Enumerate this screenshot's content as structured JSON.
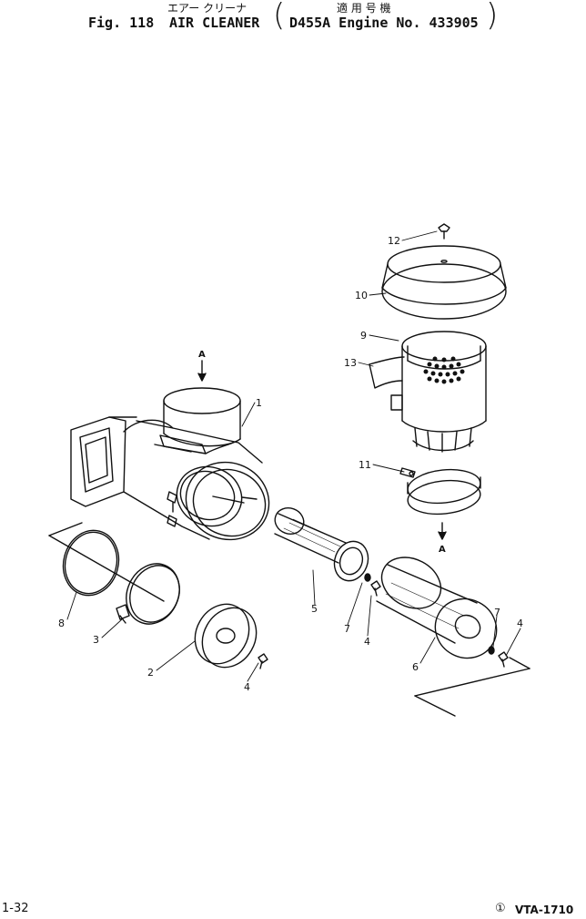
{
  "header": {
    "title_jp": "エアー クリーナ",
    "applicable_jp": "適 用 号 機",
    "fig_label": "Fig. 118",
    "title_en": "AIR CLEANER",
    "applicable_en": "D455A Engine No. 433905"
  },
  "callouts": [
    "1",
    "2",
    "3",
    "4",
    "4",
    "4",
    "5",
    "6",
    "7",
    "7",
    "8",
    "9",
    "10",
    "11",
    "12",
    "13"
  ],
  "arrows": [
    "A",
    "A"
  ],
  "footer": {
    "page": "1-32",
    "circled": "①",
    "code": "VTA-1710"
  }
}
